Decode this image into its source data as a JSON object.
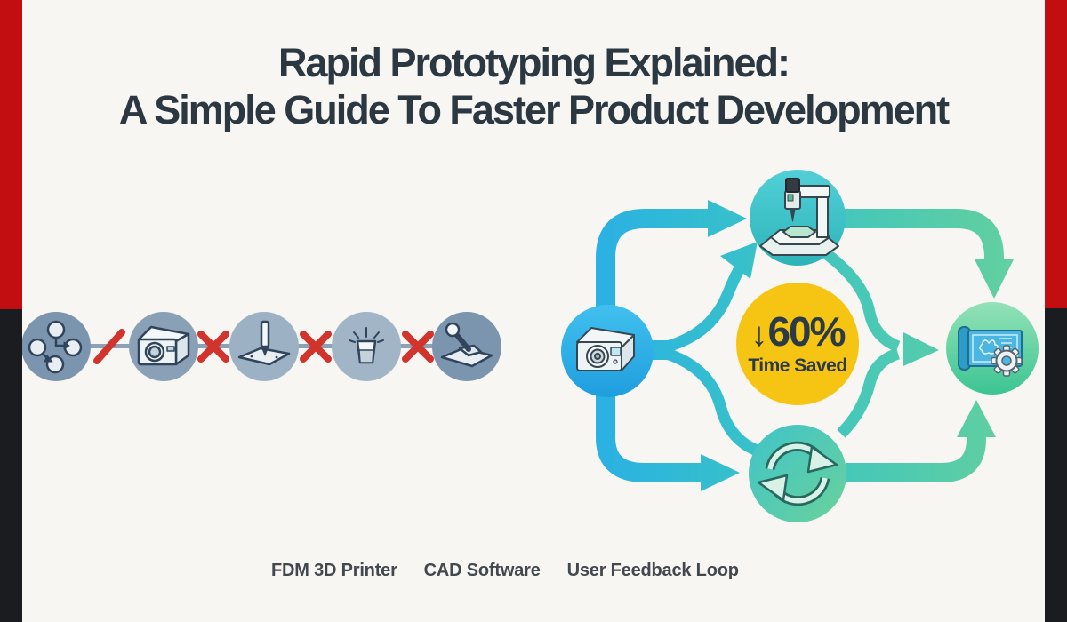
{
  "title": {
    "line1": "Rapid Prototyping Explained:",
    "line2": "A Simple Guide To Faster Product Development"
  },
  "traditional_row": {
    "steps": [
      {
        "icon": "flowchart-icon"
      },
      {
        "icon": "printer-box-icon"
      },
      {
        "icon": "stylus-pad-icon"
      },
      {
        "icon": "cup-splash-icon"
      },
      {
        "icon": "stamp-icon"
      }
    ],
    "separators": [
      "slash-icon",
      "x-icon",
      "x-icon",
      "x-icon"
    ]
  },
  "cycle_diagram": {
    "center": {
      "arrow": "↓",
      "value": "60%",
      "label": "Time Saved"
    },
    "nodes": [
      {
        "id": "fdm-3d-printer",
        "icon": "3d-printer-icon"
      },
      {
        "id": "cnc-machine",
        "icon": "cnc-mill-icon"
      },
      {
        "id": "feedback-loop",
        "icon": "sync-arrows-icon"
      },
      {
        "id": "cad-blueprint",
        "icon": "blueprint-gear-icon"
      }
    ]
  },
  "legend": {
    "items": [
      "FDM 3D Printer",
      "CAD Software",
      "User Feedback Loop"
    ]
  },
  "colors": {
    "background": "#f7f6f3",
    "accent_red": "#c20d11",
    "bar_black": "#1b1c20",
    "title_text": "#2b3842",
    "flow_blue": "#28aee8",
    "flow_teal": "#3ac4c4",
    "flow_green": "#67d19b",
    "highlight_yellow": "#f6c513",
    "slate_circle": "#7c95ae",
    "cross_red": "#d0342c"
  }
}
